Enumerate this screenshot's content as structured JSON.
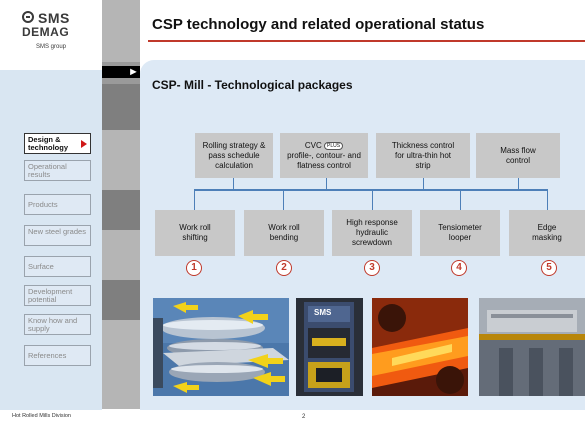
{
  "logo": {
    "brand_line1": "SMS",
    "brand_line2": "DEMAG",
    "brand_sub": "SMS group"
  },
  "header": {
    "title": "CSP technology and related operational status"
  },
  "subheader": {
    "title": "CSP- Mill - Technological packages"
  },
  "nav": {
    "items": [
      {
        "label": "Design & technology",
        "active": true
      },
      {
        "label": "Operational results",
        "active": false
      },
      {
        "label": "Products",
        "active": false
      },
      {
        "label": "New steel grades",
        "active": false
      },
      {
        "label": "Surface",
        "active": false
      },
      {
        "label": "Development potential",
        "active": false
      },
      {
        "label": "Know how and supply",
        "active": false
      },
      {
        "label": "References",
        "active": false
      }
    ]
  },
  "top_boxes": [
    {
      "label": "Rolling strategy & pass schedule calculation"
    },
    {
      "label_prefix": "CVC",
      "badge": "PLUS",
      "label_rest": "profile-, contour- and flatness control"
    },
    {
      "label": "Thickness control for ultra-thin hot strip"
    },
    {
      "label": "Mass flow control"
    }
  ],
  "bottom_boxes": [
    {
      "label": "Work roll shifting",
      "number": "1"
    },
    {
      "label": "Work roll bending",
      "number": "2"
    },
    {
      "label": "High response hydraulic screwdown",
      "number": "3"
    },
    {
      "label": "Tensiometer looper",
      "number": "4"
    },
    {
      "label": "Edge masking",
      "number": "5"
    }
  ],
  "photos": [
    {
      "name": "work-roll-diagram"
    },
    {
      "name": "mill-stand-photo",
      "caption": "SMS"
    },
    {
      "name": "hot-strip-photo"
    },
    {
      "name": "edge-masking-photo"
    }
  ],
  "footer": {
    "left_text": "Hot Rolled Mills Division",
    "page_mark": "2"
  },
  "colors": {
    "accent_red": "#c0392b",
    "line_blue": "#4d7fb8",
    "box_grey": "#c8c8c8",
    "panel_blue": "#dde9f5"
  }
}
